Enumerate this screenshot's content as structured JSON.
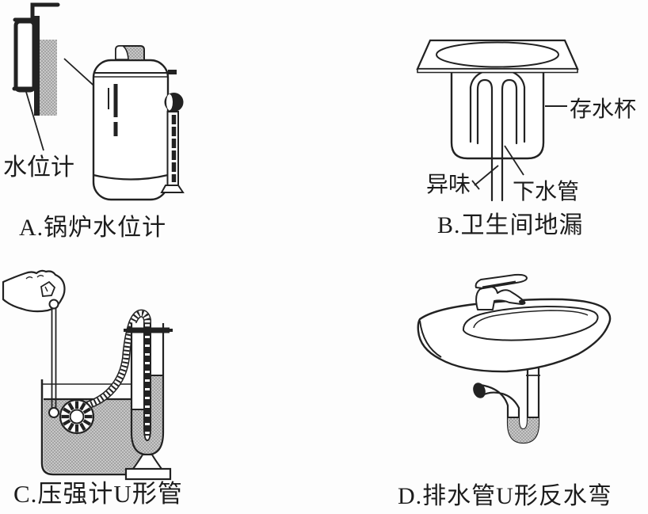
{
  "page": {
    "background": "#fdfdfd"
  },
  "colors": {
    "ink": "#222222",
    "water_fill": "#c7c7c7",
    "water_dot": "#7a7a7a"
  },
  "figures": {
    "a": {
      "caption": "A.锅炉水位计",
      "labels": {
        "gauge": "水位计"
      }
    },
    "b": {
      "caption": "B.卫生间地漏",
      "labels": {
        "cup": "存水杯",
        "odor": "异味",
        "drain": "下水管"
      }
    },
    "c": {
      "caption": "C.压强计U形管"
    },
    "d": {
      "caption": "D.排水管U形反水弯"
    }
  }
}
